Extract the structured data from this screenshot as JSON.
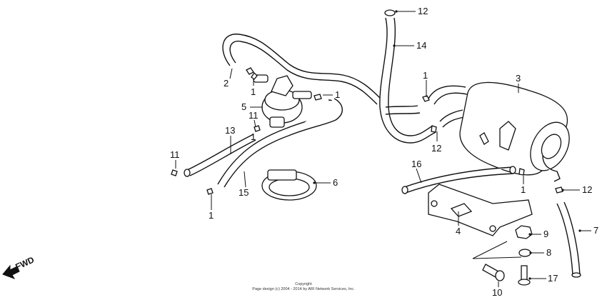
{
  "callouts": [
    {
      "id": "c12a",
      "label": "12"
    },
    {
      "id": "c14",
      "label": "14"
    },
    {
      "id": "c2",
      "label": "2"
    },
    {
      "id": "c1a",
      "label": "1"
    },
    {
      "id": "c1b",
      "label": "1"
    },
    {
      "id": "c1c",
      "label": "1"
    },
    {
      "id": "c3",
      "label": "3"
    },
    {
      "id": "c5",
      "label": "5"
    },
    {
      "id": "c11a",
      "label": "11"
    },
    {
      "id": "c13",
      "label": "13"
    },
    {
      "id": "c11b",
      "label": "11"
    },
    {
      "id": "c1d",
      "label": "1"
    },
    {
      "id": "c12b",
      "label": "12"
    },
    {
      "id": "c16",
      "label": "16"
    },
    {
      "id": "c6",
      "label": "6"
    },
    {
      "id": "c15",
      "label": "15"
    },
    {
      "id": "c1e",
      "label": "1"
    },
    {
      "id": "c1f",
      "label": "1"
    },
    {
      "id": "c12c",
      "label": "12"
    },
    {
      "id": "c4",
      "label": "4"
    },
    {
      "id": "c9",
      "label": "9"
    },
    {
      "id": "c7",
      "label": "7"
    },
    {
      "id": "c8",
      "label": "8"
    },
    {
      "id": "c17",
      "label": "17"
    },
    {
      "id": "c10",
      "label": "10"
    }
  ],
  "fwd_label": "FWD",
  "copyright": {
    "line1": "Copyright",
    "line2": "Page design (c) 2004 - 2014 by ARI Network Services, Inc."
  }
}
